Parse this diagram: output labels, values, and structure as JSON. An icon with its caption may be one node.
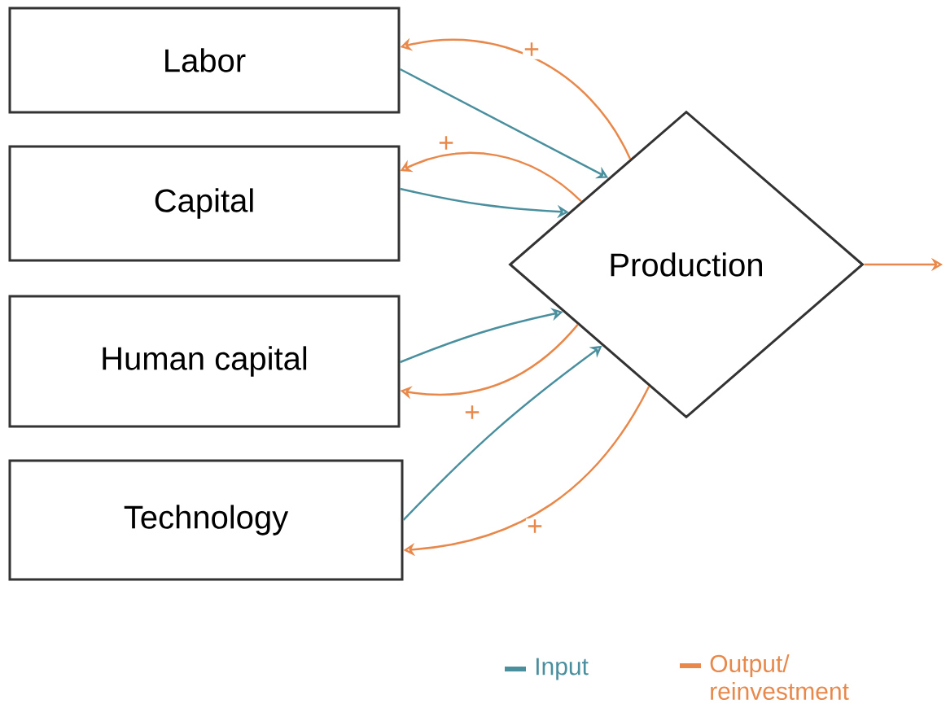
{
  "diagram": {
    "nodes": [
      {
        "text": [
          "Labor"
        ]
      },
      {
        "text": [
          "Capital"
        ]
      },
      {
        "text": [
          "Human capital"
        ]
      },
      {
        "text": [
          "Technology"
        ]
      },
      {
        "text": [
          "Production"
        ]
      }
    ],
    "edges": [
      {
        "from": 0,
        "to": 4,
        "arrow": "to",
        "color": "#4a8f9e"
      },
      {
        "from": 1,
        "to": 4,
        "arrow": "to",
        "color": "#4a8f9e"
      },
      {
        "from": 2,
        "to": 4,
        "arrow": "to",
        "color": "#4a8f9e"
      },
      {
        "from": 3,
        "to": 4,
        "arrow": "to",
        "color": "#4a8f9e"
      },
      {
        "from": 4,
        "to": 0,
        "arrow": "to",
        "label": "+",
        "color": "#e8884a"
      },
      {
        "from": 4,
        "to": 1,
        "arrow": "to",
        "label": "+",
        "color": "#e8884a"
      },
      {
        "from": 4,
        "to": 2,
        "arrow": "to",
        "label": "+",
        "color": "#e8884a"
      },
      {
        "from": 4,
        "to": 3,
        "arrow": "to",
        "label": "+",
        "color": "#e8884a"
      },
      {
        "from": 4,
        "to": null,
        "arrow": "to",
        "color": "#e8884a"
      }
    ],
    "legend": [
      {
        "text": "Input",
        "color": "#4a8f9e"
      },
      {
        "text": "Output/ reinvestment",
        "color": "#e8884a"
      }
    ]
  }
}
